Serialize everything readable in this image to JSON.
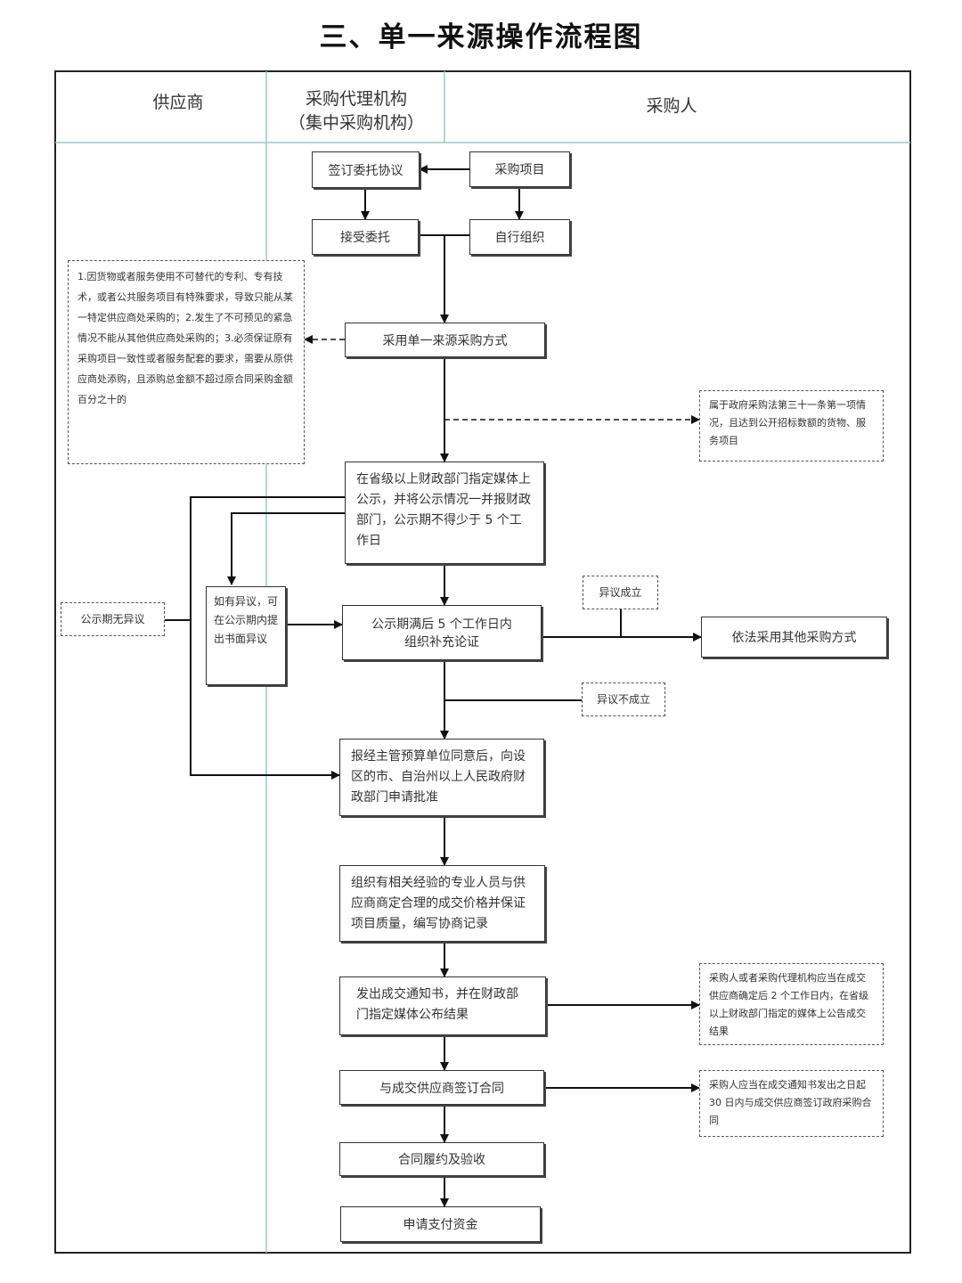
{
  "title": "三、单一来源操作流程图",
  "lanes": {
    "supplier": "供应商",
    "agency_line1": "采购代理机构",
    "agency_line2": "（集中采购机构）",
    "purchaser": "采购人"
  },
  "boxes": {
    "sign_agreement": "签订委托协议",
    "purchase_project": "采购项目",
    "accept_commission": "接受委托",
    "self_organize": "自行组织",
    "adopt_single_source": "采用单一来源采购方式",
    "publish": "在省级以上财政部门指定媒体上公示，并将公示情况一并报财政部门，公示期不得少于 5 个工作日",
    "objection_submit": "如有异议，可在公示期内提出书面异议",
    "supplement_demo": "公示期满后 5 个工作日内组织补充论证",
    "other_method": "依法采用其他采购方式",
    "report_approval": "报经主管预算单位同意后，向设区的市、自治州以上人民政府财政部门申请批准",
    "negotiate": "组织有相关经验的专业人员与供应商商定合理的成交价格并保证项目质量，编写协商记录",
    "issue_notice": "发出成交通知书，并在财政部门指定媒体公布结果",
    "sign_contract": "与成交供应商签订合同",
    "performance": "合同履约及验收",
    "apply_payment": "申请支付资金"
  },
  "notes": {
    "conditions": "1.因货物或者服务使用不可替代的专利、专有技术，或者公共服务项目有特殊要求，导致只能从某一特定供应商处采购的；2.发生了不可预见的紧急情况不能从其他供应商处采购的；3.必须保证原有采购项目一致性或者服务配套的要求，需要从原供应商处添购，且添购总金额不超过原合同采购金额百分之十的",
    "law_case": "属于政府采购法第三十一条第一项情况，且达到公开招标数额的货物、服务项目",
    "no_objection": "公示期无异议",
    "objection_valid": "异议成立",
    "objection_invalid": "异议不成立",
    "notice_rule": "采购人或者采购代理机构应当在成交供应商确定后 2 个工作日内，在省级以上财政部门指定的媒体上公告成交结果",
    "contract_rule": "采购人应当在成交通知书发出之日起 30 日内与成交供应商签订政府采购合同"
  },
  "colors": {
    "lane_line": "#9ec7c3",
    "border": "#333333",
    "arrow": "#111111"
  }
}
